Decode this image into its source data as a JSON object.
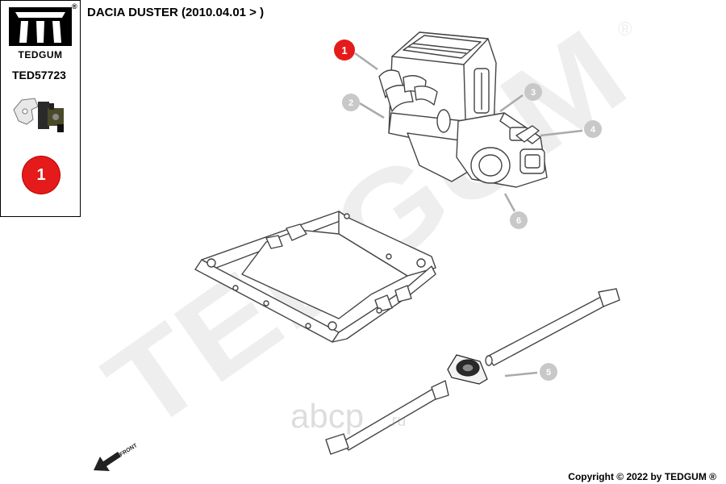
{
  "brand": {
    "name": "TEDGUM",
    "reg": "®",
    "watermark": "TEDGUM",
    "watermark_reg": "®"
  },
  "part_number": "TED57723",
  "vehicle_title": "DACIA DUSTER (2010.04.01 > )",
  "selected_callout": "1",
  "callouts": [
    {
      "label": "1",
      "color": "#e51b1b"
    },
    {
      "label": "2",
      "color": "#c8c8c8"
    },
    {
      "label": "3",
      "color": "#c8c8c8"
    },
    {
      "label": "4",
      "color": "#c8c8c8"
    },
    {
      "label": "5",
      "color": "#c8c8c8"
    },
    {
      "label": "6",
      "color": "#c8c8c8"
    }
  ],
  "front_label": "FRONT",
  "site_watermark": "abcp",
  "site_watermark_suffix": ".ru",
  "copyright": "Copyright © 2022 by TEDGUM ®"
}
